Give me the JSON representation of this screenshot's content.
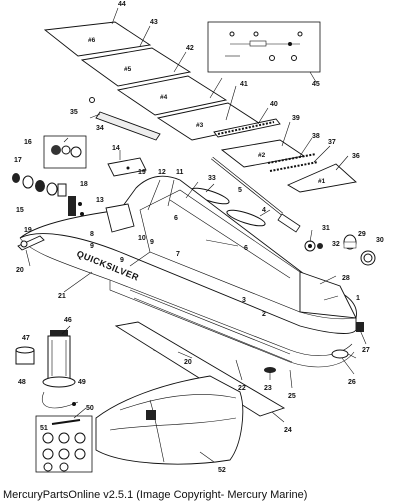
{
  "caption": "MercuryPartsOnline v2.5.1 (Image Copyright- Mercury Marine)",
  "brand": "QUICKSILVER",
  "floor_labels": {
    "p44": "#6",
    "p43": "#5",
    "p42": "#4",
    "p41": "#3",
    "p39": "#2",
    "p36": "#1"
  },
  "callouts": [
    "1",
    "2",
    "3",
    "4",
    "5",
    "6",
    "7",
    "8",
    "9",
    "10",
    "11",
    "12",
    "13",
    "14",
    "15",
    "16",
    "17",
    "18",
    "19",
    "20",
    "21",
    "22",
    "23",
    "24",
    "25",
    "26",
    "27",
    "28",
    "29",
    "30",
    "31",
    "32",
    "33",
    "34",
    "35",
    "36",
    "37",
    "38",
    "39",
    "40",
    "41",
    "42",
    "43",
    "44",
    "45",
    "46",
    "47",
    "48",
    "49",
    "50",
    "51",
    "52"
  ],
  "labels": {
    "c1": "1",
    "c2": "2",
    "c3": "3",
    "c4": "4",
    "c5": "5",
    "c6": "6",
    "c6b": "6",
    "c7": "7",
    "c8": "8",
    "c9": "9",
    "c9b": "9",
    "c9c": "9",
    "c10": "10",
    "c11": "11",
    "c12": "12",
    "c13": "13",
    "c14": "14",
    "c15": "15",
    "c16": "16",
    "c17": "17",
    "c18": "18",
    "c19": "19",
    "c19b": "19",
    "c20": "20",
    "c20b": "20",
    "c21": "21",
    "c22": "22",
    "c23": "23",
    "c24": "24",
    "c25": "25",
    "c26": "26",
    "c27": "27",
    "c28": "28",
    "c29": "29",
    "c30": "30",
    "c31": "31",
    "c32": "32",
    "c33": "33",
    "c34": "34",
    "c35": "35",
    "c36": "36",
    "c37": "37",
    "c38": "38",
    "c39": "39",
    "c40": "40",
    "c41": "41",
    "c42": "42",
    "c43": "43",
    "c44": "44",
    "c45": "45",
    "c46": "46",
    "c47": "47",
    "c48": "48",
    "c49": "49",
    "c50": "50",
    "c51": "51",
    "c52": "52"
  }
}
